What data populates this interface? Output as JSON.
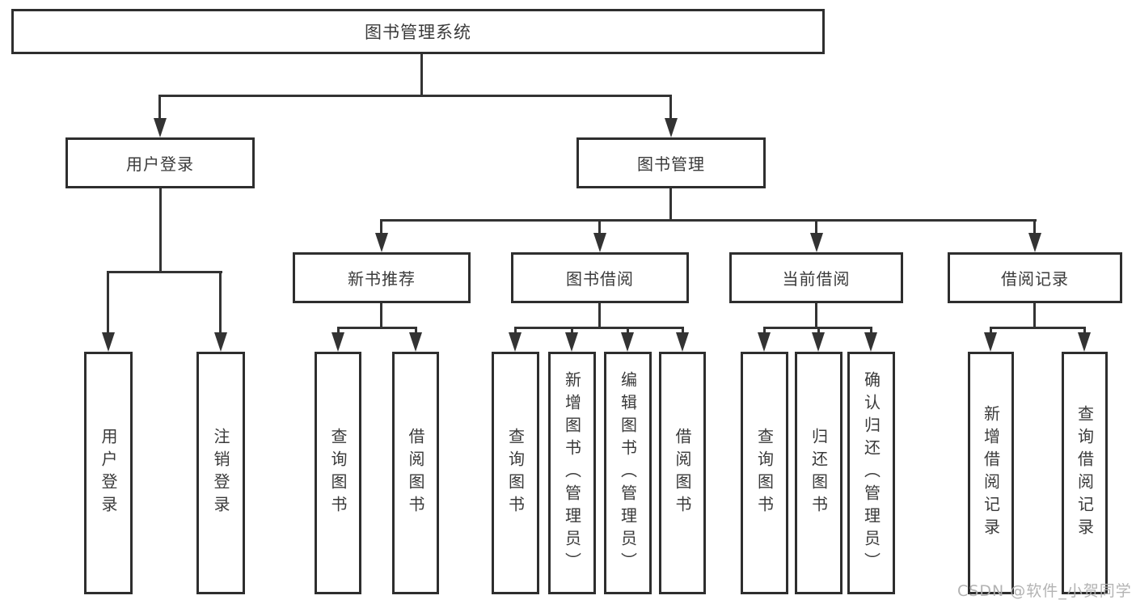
{
  "diagram": {
    "title_node": {
      "label": "图书管理系统"
    },
    "level2": [
      {
        "id": "user-login",
        "label": "用户登录"
      },
      {
        "id": "book-mgmt",
        "label": "图书管理"
      }
    ],
    "level3": [
      {
        "id": "new-book-recommend",
        "label": "新书推荐"
      },
      {
        "id": "book-borrow",
        "label": "图书借阅"
      },
      {
        "id": "current-borrow",
        "label": "当前借阅"
      },
      {
        "id": "borrow-records",
        "label": "借阅记录"
      }
    ],
    "leaves": {
      "user_login": [
        {
          "label": "用户登录"
        },
        {
          "label": "注销登录"
        }
      ],
      "new_book": [
        {
          "label": "查询图书"
        },
        {
          "label": "借阅图书"
        }
      ],
      "book_borrow": [
        {
          "label": "查询图书"
        },
        {
          "label": "新增图书（管理员）"
        },
        {
          "label": "编辑图书（管理员）"
        },
        {
          "label": "借阅图书"
        }
      ],
      "current_borrow": [
        {
          "label": "查询图书"
        },
        {
          "label": "归还图书"
        },
        {
          "label": "确认归还（管理员）"
        }
      ],
      "records": [
        {
          "label": "新增借阅记录"
        },
        {
          "label": "查询借阅记录"
        }
      ]
    },
    "colors": {
      "line": "#333333",
      "box_border": "#2e2e2e",
      "text": "#3a3a3a",
      "background": "#ffffff",
      "watermark": "#b0b0b0"
    }
  },
  "watermark": {
    "text": "CSDN @软件_小贺同学"
  }
}
